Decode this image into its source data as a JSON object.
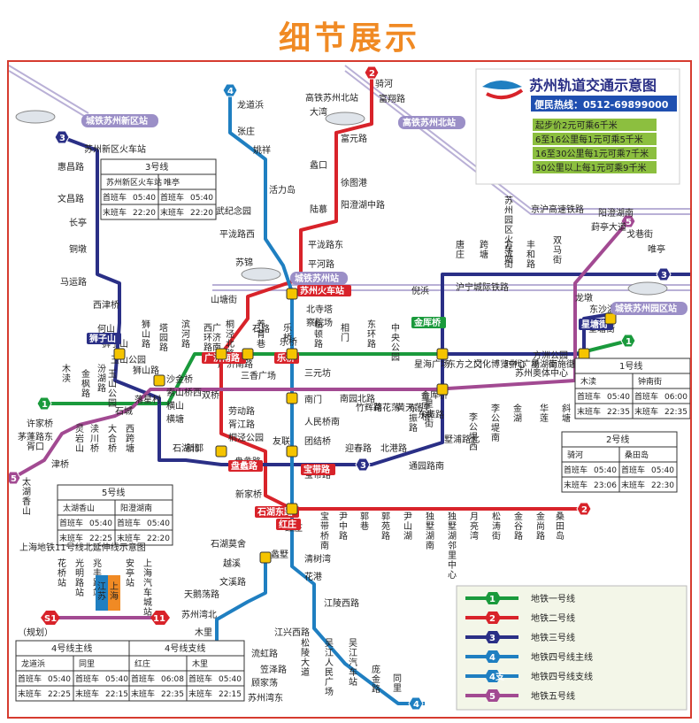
{
  "banner_title": "细节展示",
  "map_title": "苏州轨道交通示意图",
  "hotline": "便民热线：0512-69899000",
  "fares": [
    "起步价2元可乘6千米",
    "6至16公里每1元可乘5千米",
    "16至30公里每1元可乘7千米",
    "30公里以上每1元可乘9千米"
  ],
  "rail_names": {
    "jinghu": "京沪高速铁路",
    "huning": "沪宁城际铁路"
  },
  "hsr_stations": {
    "xinqu": "城铁苏州新区站",
    "north": "高铁苏州北站",
    "suzhou": "城铁苏州站",
    "yuanqu": "城铁苏州园区站"
  },
  "line_numbers": {
    "l1": "1",
    "l2": "2",
    "l3": "3",
    "l4": "4",
    "l5": "5"
  },
  "stations": {
    "l1": [
      "木渎",
      "金枫路",
      "汾湖路",
      "玉山公园",
      "狮山路",
      "塔园路",
      "滨河路",
      "西环路",
      "桐泾北路",
      "广济南路",
      "养育巷",
      "乐桥",
      "临顿路",
      "相门",
      "东环路",
      "中央公园",
      "星海广场",
      "东方之门",
      "文化博览中心",
      "时代广场",
      "星湖街",
      "南施街",
      "星塘街",
      "钟南街"
    ],
    "l2": [
      "骑河",
      "富翔路",
      "高铁苏州北站",
      "大湾",
      "富元路",
      "蠡口",
      "徐图港",
      "阳澄湖中路",
      "陆慕",
      "平泷路东",
      "平河路",
      "苏州火车站",
      "山塘街",
      "石路",
      "广济南路",
      "三香广场",
      "劳动路",
      "胥江路",
      "桐泾公园",
      "友联",
      "盘蠡路",
      "新家桥",
      "石湖东路",
      "宝带桥南",
      "尹中路",
      "郭巷",
      "郭苑路",
      "尹山湖",
      "独墅湖南",
      "独墅湖邻里中心",
      "月亮湾",
      "松涛街",
      "金谷路",
      "金尚路",
      "桑田岛"
    ],
    "l3": [
      "苏州新区火车站",
      "惠昌路",
      "文昌路",
      "长亭",
      "铜墩",
      "马运路",
      "西津桥",
      "何山",
      "狮子山",
      "玉山公园",
      "狮山路",
      "沙金桥",
      "索山桥西",
      "横山",
      "横塘",
      "石湖北",
      "新郭",
      "迎春路",
      "北港路",
      "通园路南",
      "墅浦路北",
      "东振路",
      "金厍桥",
      "星波街",
      "李公堤西",
      "李公堤南",
      "金湖",
      "华莲",
      "斜塘",
      "苏州奥体中心",
      "方洲公园",
      "星塘街",
      "龙墩",
      "东沙湖",
      "葑亭大道",
      "苏州园区火车站",
      "唐庄",
      "跨塘",
      "方滨街",
      "丰和路",
      "双马街",
      "倪浜",
      "金厍桥",
      "唯亭",
      "戈巷街"
    ],
    "l4": [
      "龙道浜",
      "张庄",
      "姚祥",
      "活力岛",
      "孙武纪念园",
      "平泷路西",
      "苏锦",
      "苏州火车站",
      "北寺塔",
      "察院场",
      "乐桥",
      "三元坊",
      "南门",
      "人民桥南",
      "团结桥",
      "宝带路",
      "红庄",
      "蠡墅",
      "清树湾",
      "花港",
      "江陵西路",
      "江兴西路",
      "流虹路",
      "笠泽路",
      "顾家荡",
      "苏州湾东",
      "松陵大道",
      "吴江人民广场",
      "吴江汽车站",
      "庞金路",
      "同里"
    ],
    "l4b": [
      "石湖莫舍",
      "越溪",
      "文溪路",
      "天鹅荡路",
      "苏州湾北",
      "木里"
    ],
    "l5": [
      "太湖香山",
      "许家桥",
      "茅蓬路东",
      "胥口",
      "津桥",
      "灵岩山",
      "渎川桥",
      "大合桥",
      "西跨塘",
      "落星村",
      "石城",
      "双桥",
      "竹辉路",
      "荷花荡",
      "黄天荡",
      "南园北路",
      "阳澄湖南",
      "东振路"
    ]
  },
  "transfer_tags": {
    "shizishan": "狮子山",
    "guangji": "广济南路",
    "leqiao": "乐桥",
    "suzhou_rail": "苏州火车站",
    "panli": "盘蠡路",
    "baodai": "宝带路",
    "shihu": "石湖东路",
    "hongzhuang": "红庄",
    "xingtang": "星塘街",
    "jinshe": "金厍桥"
  },
  "timetables": {
    "line3": {
      "title": "3号线",
      "cols": [
        "苏州新区火车站",
        "唯亭"
      ],
      "rows": [
        [
          "首班车",
          "05:40",
          "首班车",
          "05:40"
        ],
        [
          "末班车",
          "22:20",
          "末班车",
          "22:20"
        ]
      ]
    },
    "line1": {
      "title": "1号线",
      "cols": [
        "木渎",
        "钟南街"
      ],
      "rows": [
        [
          "首班车",
          "05:40",
          "首班车",
          "06:00"
        ],
        [
          "末班车",
          "22:35",
          "末班车",
          "22:35"
        ]
      ]
    },
    "line2": {
      "title": "2号线",
      "cols": [
        "骑河",
        "桑田岛"
      ],
      "rows": [
        [
          "首班车",
          "05:40",
          "首班车",
          "05:40"
        ],
        [
          "末班车",
          "23:06",
          "末班车",
          "22:30"
        ]
      ]
    },
    "line5": {
      "title": "5号线",
      "cols": [
        "太湖香山",
        "阳澄湖南"
      ],
      "rows": [
        [
          "首班车",
          "05:40",
          "首班车",
          "05:40"
        ],
        [
          "末班车",
          "22:25",
          "末班车",
          "22:20"
        ]
      ]
    },
    "line4": {
      "title": "4号线主线",
      "cols": [
        "龙道浜",
        "同里"
      ],
      "rows": [
        [
          "首班车",
          "05:40",
          "首班车",
          "05:40"
        ],
        [
          "末班车",
          "22:25",
          "末班车",
          "22:15"
        ]
      ]
    },
    "line4b": {
      "title": "4号线支线",
      "cols": [
        "红庄",
        "木里"
      ],
      "rows": [
        [
          "首班车",
          "06:08",
          "首班车",
          "05:40"
        ],
        [
          "末班车",
          "22:35",
          "末班车",
          "22:15"
        ]
      ]
    }
  },
  "s11": {
    "title": "上海地铁11号线北延伸线示意图",
    "stations": [
      "花桥站",
      "光明路站",
      "兆丰路站",
      "安亭站",
      "上海汽车城站"
    ],
    "left_num": "S1",
    "right_num": "11",
    "plan": "（规划）",
    "prov_js": "江苏",
    "prov_sh": "上海"
  },
  "legend": [
    {
      "num": "1",
      "label": "地铁一号线",
      "color": "#1a9a3c"
    },
    {
      "num": "2",
      "label": "地铁二号线",
      "color": "#d8232a"
    },
    {
      "num": "3",
      "label": "地铁三号线",
      "color": "#2a2f86"
    },
    {
      "num": "4",
      "label": "地铁四号线主线",
      "color": "#1f7fc1"
    },
    {
      "num": "4支",
      "label": "地铁四号线支线",
      "color": "#1f7fc1"
    },
    {
      "num": "5",
      "label": "地铁五号线",
      "color": "#a24a92"
    }
  ],
  "colors": {
    "l1": "#1a9a3c",
    "l2": "#d8232a",
    "l3": "#2a2f86",
    "l4": "#1f7fc1",
    "l5": "#a24a92",
    "accent": "#f08a24",
    "rail": "#b9b0d6"
  }
}
